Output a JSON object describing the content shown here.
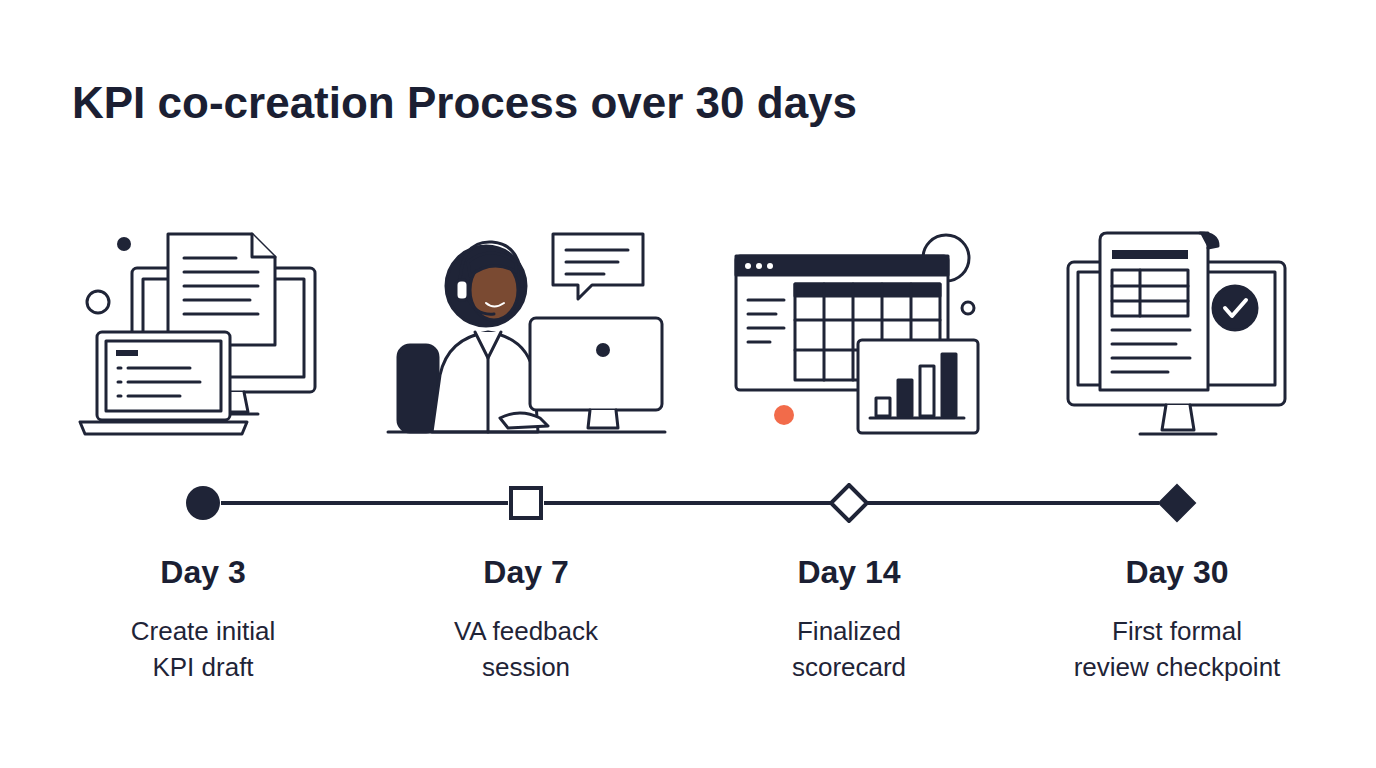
{
  "diagram": {
    "title": "KPI co-creation Process over 30 days",
    "nodes": [
      {
        "text": [
          "Day 3",
          "Create initial KPI draft"
        ]
      },
      {
        "text": [
          "Day 7",
          "VA feedback session"
        ]
      },
      {
        "text": [
          "Day 14",
          "Finalized scorecard"
        ]
      },
      {
        "text": [
          "Day 30",
          "First formal review checkpoint"
        ]
      }
    ],
    "edges": [
      {
        "from": 0,
        "to": 1,
        "arrow": "none"
      },
      {
        "from": 1,
        "to": 2,
        "arrow": "none"
      },
      {
        "from": 2,
        "to": 3,
        "arrow": "none"
      }
    ]
  }
}
